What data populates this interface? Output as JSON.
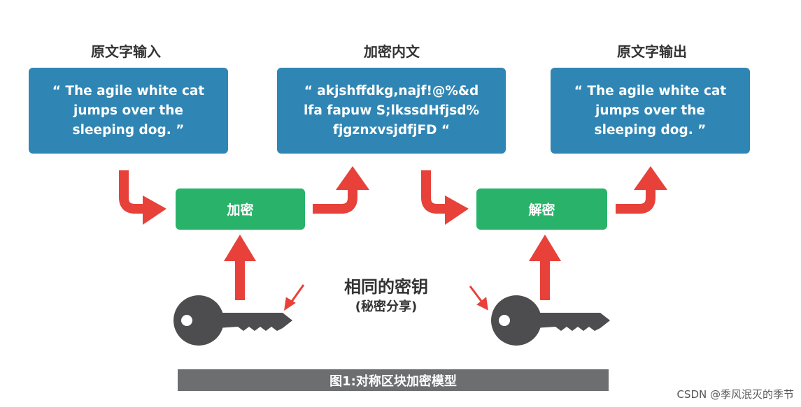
{
  "stages": {
    "input_label": "原文字输入",
    "cipher_label": "加密内文",
    "output_label": "原文字输出"
  },
  "boxes": {
    "input_text": "“ The agile white cat\njumps over the\nsleeping dog. ”",
    "cipher_text": "“ akjshffdkg,najf!@%&d\nlfa fapuw S;lkssdHfjsd%\nfjgznxvsjdfjFD “",
    "output_text": "“ The agile white cat\njumps over the\nsleeping dog. ”"
  },
  "actions": {
    "encrypt": "加密",
    "decrypt": "解密"
  },
  "key": {
    "title": "相同的密钥",
    "subtitle": "(秘密分享)"
  },
  "caption": "图1:对称区块加密模型",
  "watermark": "CSDN @季风泯灭的季节",
  "colors": {
    "box_blue": "#2f86b4",
    "action_green": "#29b36a",
    "arrow_red": "#e8413a",
    "key_gray": "#4d4d4f",
    "caption_gray": "#6d6e70"
  },
  "icons": [
    "key-icon",
    "arrow-icon"
  ]
}
